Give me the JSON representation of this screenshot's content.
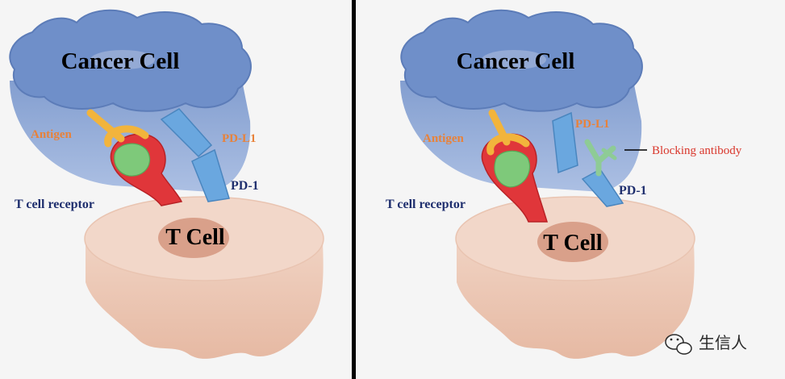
{
  "left_panel": {
    "cancer_cell": "Cancer Cell",
    "t_cell": "T Cell",
    "antigen": "Antigen",
    "pd_l1": "PD-L1",
    "pd_1": "PD-1",
    "t_cell_receptor": "T cell receptor"
  },
  "right_panel": {
    "cancer_cell": "Cancer Cell",
    "t_cell": "T Cell",
    "antigen": "Antigen",
    "pd_l1": "PD-L1",
    "pd_1": "PD-1",
    "t_cell_receptor": "T cell receptor",
    "blocking_antibody": "Blocking antibody"
  },
  "watermark": {
    "text": "生信人",
    "icon": "wechat-icon"
  },
  "colors": {
    "background": "#f5f5f5",
    "cancer_cell": "#6f8fc9",
    "t_cell": "#f2d7c9",
    "t_cell_nucleus": "#d9a08a",
    "tcr": "#e0363a",
    "antigen_outline": "#f2b43c",
    "mhc": "#7ec97a",
    "pd1_pdl1": "#6aa7df",
    "antibody": "#8ecb96",
    "orange_label": "#e8823a",
    "navy_label": "#1f2f6e",
    "red_label": "#d9362b"
  }
}
